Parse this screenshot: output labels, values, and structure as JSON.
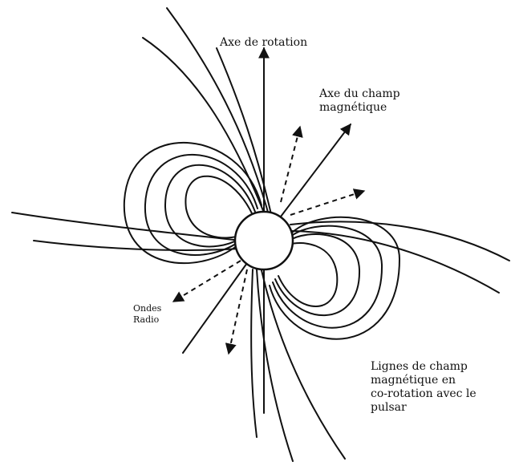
{
  "labels": {
    "rotation_axis": "Axe de rotation",
    "magnetic_axis_line1": "Axe du champ",
    "magnetic_axis_line2": "magnétique",
    "radio_waves_line1": "Ondes",
    "radio_waves_line2": "Radio",
    "field_lines_line1": "Lignes de champ",
    "field_lines_line2": "magnétique en",
    "field_lines_line3": "co-rotation avec le",
    "field_lines_line4": "pulsar"
  }
}
